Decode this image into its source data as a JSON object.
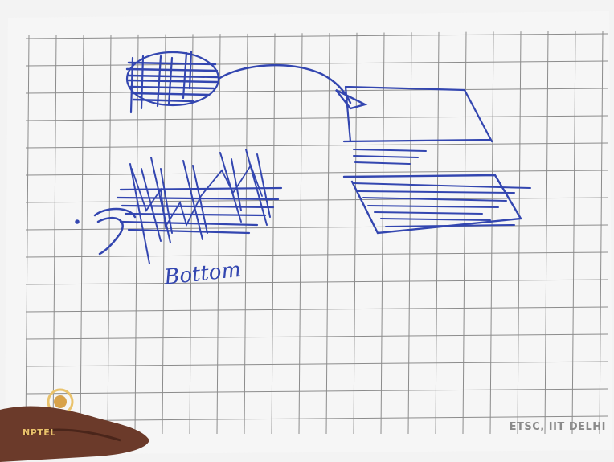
{
  "handwriting": {
    "label": "Bottom"
  },
  "watermarks": {
    "institution": "ETSC, IIT DELHI",
    "logo_text": "NPTEL"
  },
  "colors": {
    "paper": "#f4f4f4",
    "grid": "#8c8c8c",
    "ink": "#3346b0",
    "watermark": "#8a8a8a",
    "logo": "#e9c26b",
    "skin": "#6b3a2a"
  }
}
